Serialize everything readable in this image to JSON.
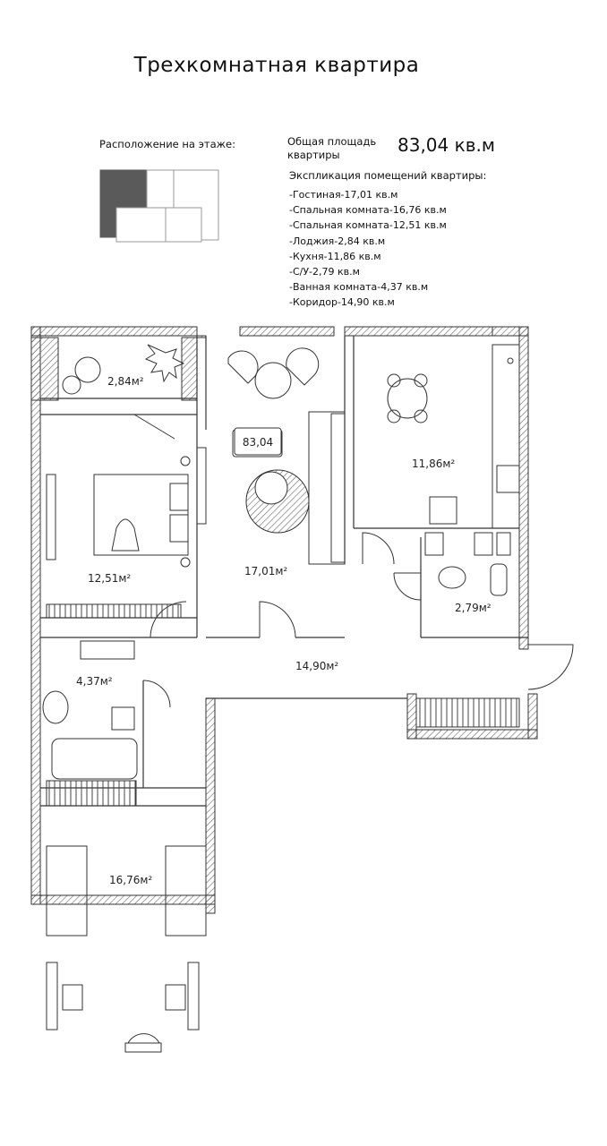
{
  "header": {
    "title": "Трехкомнатная квартира",
    "floor_location_label": "Расположение на этаже:",
    "total_area_label_line1": "Общая площадь",
    "total_area_label_line2": "квартиры",
    "total_area_value": "83,04 кв.м",
    "explication_title": "Экспликация помещений квартиры:"
  },
  "explication": [
    "-Гостиная-17,01 кв.м",
    "-Спальная комната-16,76 кв.м",
    "-Спальная комната-12,51 кв.м",
    "-Лоджия-2,84 кв.м",
    "-Кухня-11,86 кв.м",
    "-С/У-2,79 кв.м",
    "-Ванная комната-4,37 кв.м",
    "-Коридор-14,90 кв.м"
  ],
  "plan": {
    "center_badge": "83,04",
    "rooms": {
      "loggia": "2,84м²",
      "bedroom_small": "12,51м²",
      "living": "17,01м²",
      "kitchen": "11,86м²",
      "wc": "2,79м²",
      "bathroom": "4,37м²",
      "corridor": "14,90м²",
      "bedroom_large": "16,76м²"
    }
  },
  "colors": {
    "line": "#333333",
    "hatch": "#555555",
    "highlight": "#555555"
  }
}
